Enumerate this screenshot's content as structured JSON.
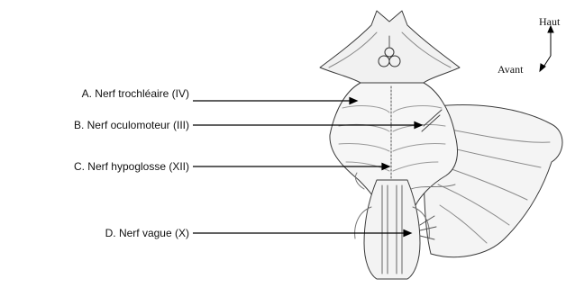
{
  "labels": {
    "a": "A. Nerf trochléaire (IV)",
    "b": "B. Nerf oculomoteur (III)",
    "c": "C. Nerf hypoglosse (XII)",
    "d": "D. Nerf vague (X)"
  },
  "orientation": {
    "up": "Haut",
    "front": "Avant"
  }
}
